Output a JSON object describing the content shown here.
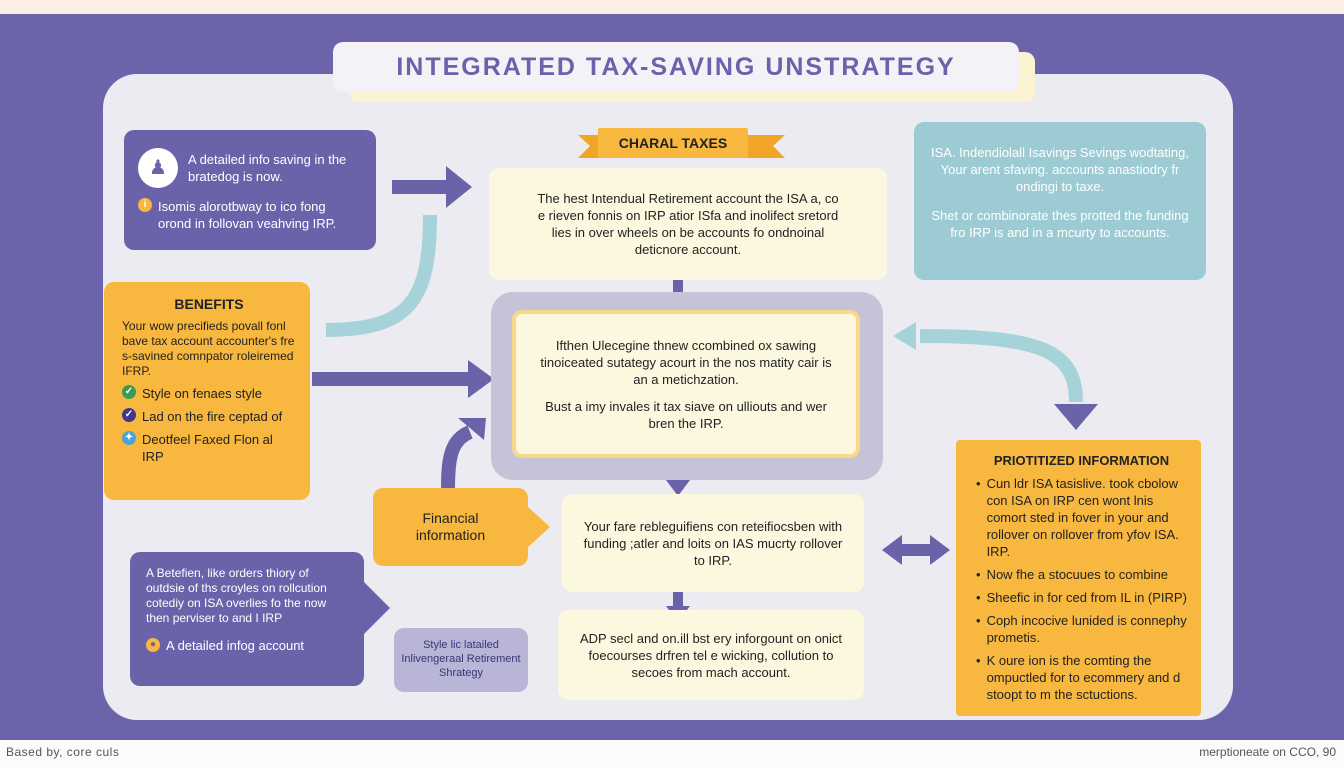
{
  "title": "INTEGRATED TAX-SAVING UNSTRATEGY",
  "center_label": "CHARAL TAXES",
  "top_left": {
    "line1": "A detailed info saving in the bratedog is now.",
    "line2": "Isomis alorotbway to ico fong orond in follovan veahving IRP."
  },
  "benefits": {
    "heading": "BENEFITS",
    "body": "Your wow precifieds povall fonl bave tax account accounter's fre s-savined comnpator roleiremed IFRP.",
    "items": [
      "Style on fenaes style",
      "Lad on the fire ceptad of",
      "Deotfeel Faxed Flon al IRP"
    ]
  },
  "top_center": "The hest Intendual Retirement account the ISA a, co e rieven fonnis on IRP atior ISfa and inolifect sretord lies in over wheels on be accounts fo ondnoinal deticnore account.",
  "center": {
    "p1": "Ifthen Ulecegine thnew ccombined ox sawing tinoiceated sutategy acourt in the nos matity cair is an a metichzation.",
    "p2": "Bust a imy invales it tax siave on ulliouts and wer bren the IRP."
  },
  "top_right": {
    "p1": "ISA. Indendiolall Isavings Sevings wodtating, Your arent sfaving. accounts anastiodry fr ondingi to taxe.",
    "p2": "Shet or combinorate thes protted the funding fro IRP is and in a mcurty to accounts."
  },
  "financial": "Financial information",
  "bottom_center": "Your fare rebleguifiens con reteifiocsben with funding ;atler and loits on IAS mucrty rollover to IRP.",
  "bottom_center2": "ADP secl and on.ill bst ery inforgount on onict foecourses drfren tel e wicking, collution to secoes from mach account.",
  "bottom_left": {
    "body": "A Betefien, like orders thiory of outdsie of ths croyles on rollcution cotediy on ISA overlies fo the now then perviser to and I IRP",
    "item": "A detailed infog account"
  },
  "style_box": "Style lic latailed Inlivengeraal Retirement Shrategy",
  "prioritized": {
    "heading": "PRIOTITIZED INFORMATION",
    "items": [
      "Cun ldr ISA tasislive. took cbolow con ISA on IRP cen wont lnis comort sted in fover in your and rollover on rollover from yfov ISA. IRP.",
      "Now fhe a stocuues to combine",
      "Sheefic in for ced from IL in (PIRP)",
      "Coph incocive lunided is connephy prometis.",
      "K oure ion is the comting the ompuctled for to ecommery and d stoopt to m the sctuctions."
    ]
  },
  "footer_left": "Based by, core culs",
  "footer_right": "merptioneate on CCO, 90",
  "colors": {
    "background": "#6b64ab",
    "panel": "#ecebf1",
    "purple": "#6a63aa",
    "yellow": "#f8b73e",
    "cream": "#fcf7df",
    "teal": "#9ccbd3"
  }
}
